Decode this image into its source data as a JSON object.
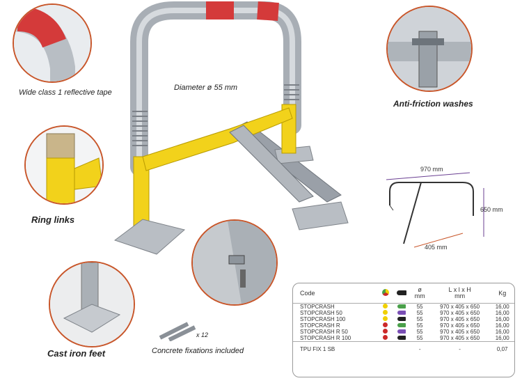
{
  "callouts": {
    "reflective_tape": "Wide class 1 reflective tape",
    "diameter": "Diameter ø 55 mm",
    "anti_friction": "Anti-friction washes",
    "ring_links": "Ring links",
    "cast_iron": "Cast iron feet",
    "fixations_count": "x 12",
    "fixations": "Concrete fixations included"
  },
  "dimensions": {
    "width": "970 mm",
    "height": "650 mm",
    "depth": "405 mm"
  },
  "table": {
    "headers": {
      "code": "Code",
      "diameter_symbol": "ø",
      "diameter_unit": "mm",
      "size": "L x l x H",
      "size_unit": "mm",
      "weight": "Kg"
    },
    "rows": [
      {
        "code": "STOPCRASH",
        "color": "#f0d000",
        "key_color": "#4aa04a",
        "diameter": "55",
        "size": "970 x 405 x 650",
        "weight": "16,00"
      },
      {
        "code": "STOPCRASH 50",
        "color": "#f0d000",
        "key_color": "#7a4fb5",
        "diameter": "55",
        "size": "970 x 405 x 650",
        "weight": "16,00"
      },
      {
        "code": "STOPCRASH 100",
        "color": "#f0d000",
        "key_color": "#222222",
        "diameter": "55",
        "size": "970 x 405 x 650",
        "weight": "16,00"
      },
      {
        "code": "STOPCRASH R",
        "color": "#cc2a2a",
        "key_color": "#4aa04a",
        "diameter": "55",
        "size": "970 x 405 x 650",
        "weight": "16,00"
      },
      {
        "code": "STOPCRASH R 50",
        "color": "#cc2a2a",
        "key_color": "#7a4fb5",
        "diameter": "55",
        "size": "970 x 405 x 650",
        "weight": "16,00"
      },
      {
        "code": "STOPCRASH R 100",
        "color": "#cc2a2a",
        "key_color": "#222222",
        "diameter": "55",
        "size": "970 x 405 x 650",
        "weight": "16,00"
      }
    ],
    "footer": {
      "code": "TPU FIX 1 SB",
      "diameter": "-",
      "size": "-",
      "weight": "0,07"
    }
  }
}
